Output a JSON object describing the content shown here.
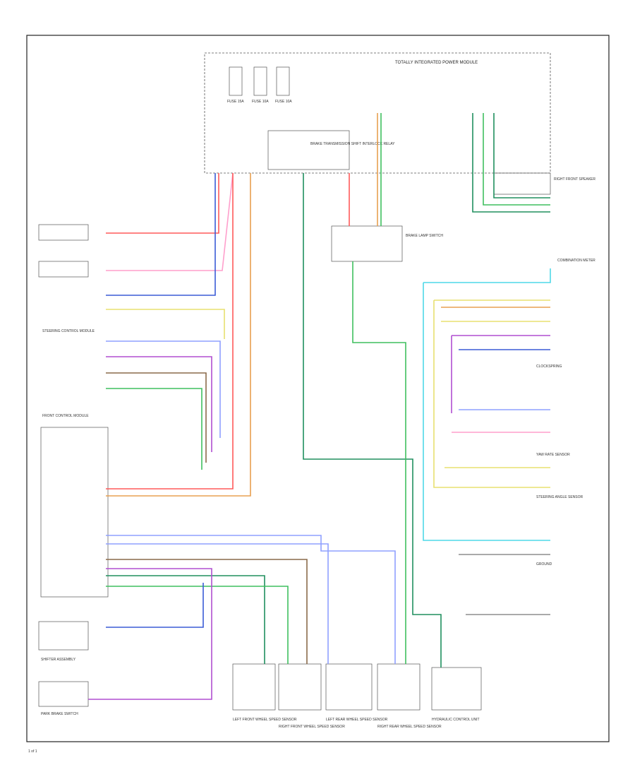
{
  "diagram": {
    "top_module_label": "TOTALLY INTEGRATED POWER MODULE",
    "fuse_labels": [
      "FUSE 15A",
      "FUSE 10A",
      "FUSE 10A"
    ],
    "relay_label": "BRAKE TRANSMISSION SHIFT INTERLOCK RELAY",
    "center_switch_label": "BRAKE LAMP SWITCH",
    "right_connector_label": "RIGHT FRONT SPEAKER",
    "left_module_label": "FRONT CONTROL MODULE",
    "steering_label": "STEERING CONTROL MODULE",
    "bottom_left_label": "SHIFTER ASSEMBLY",
    "bottom_left_label2": "PARK BRAKE SWITCH",
    "bottom_components": [
      "LEFT FRONT WHEEL SPEED SENSOR",
      "RIGHT FRONT WHEEL SPEED SENSOR",
      "LEFT REAR WHEEL SPEED SENSOR",
      "RIGHT REAR WHEEL SPEED SENSOR",
      "HYDRAULIC CONTROL UNIT"
    ],
    "right_side_labels": [
      "COMBINATION METER",
      "CLOCKSPRING",
      "YAW RATE SENSOR",
      "STEERING ANGLE SENSOR"
    ],
    "ground_label": "GROUND",
    "footer": "1 of 1"
  },
  "colors": {
    "red": "#ff5a5a",
    "pink": "#ff9fcc",
    "blue": "#3b5bd6",
    "lightblue": "#8fa0ff",
    "green": "#3fbf5f",
    "darkgreen": "#208f5f",
    "yellow": "#e8e070",
    "orange": "#e8a050",
    "purple": "#b04fd0",
    "cyan": "#4fd8e8",
    "brown": "#8a6a4a",
    "gray": "#555555"
  }
}
